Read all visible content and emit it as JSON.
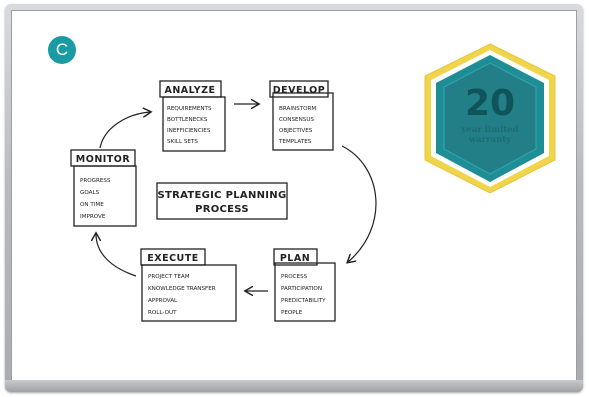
{
  "badge": {
    "letter": "C"
  },
  "warranty": {
    "number": "20",
    "line1": "year limited",
    "line2": "warranty"
  },
  "diagram": {
    "title_line1": "STRATEGIC PLANNING",
    "title_line2": "PROCESS",
    "stages": {
      "analyze": {
        "title": "ANALYZE",
        "items": [
          "REQUIREMENTS",
          "BOTTLENECKS",
          "INEFFICIENCIES",
          "SKILL SETS"
        ]
      },
      "develop": {
        "title": "DEVELOP",
        "items": [
          "BRAINSTORM",
          "CONSENSUS",
          "OBJECTIVES",
          "TEMPLATES"
        ]
      },
      "monitor": {
        "title": "MONITOR",
        "items": [
          "PROGRESS",
          "GOALS",
          "ON TIME",
          "IMPROVE"
        ]
      },
      "execute": {
        "title": "EXECUTE",
        "items": [
          "PROJECT TEAM",
          "KNOWLEDGE TRANSFER",
          "APPROVAL",
          "ROLL-OUT"
        ]
      },
      "plan": {
        "title": "PLAN",
        "items": [
          "PROCESS",
          "PARTICIPATION",
          "PREDICTABILITY",
          "PEOPLE"
        ]
      }
    }
  }
}
